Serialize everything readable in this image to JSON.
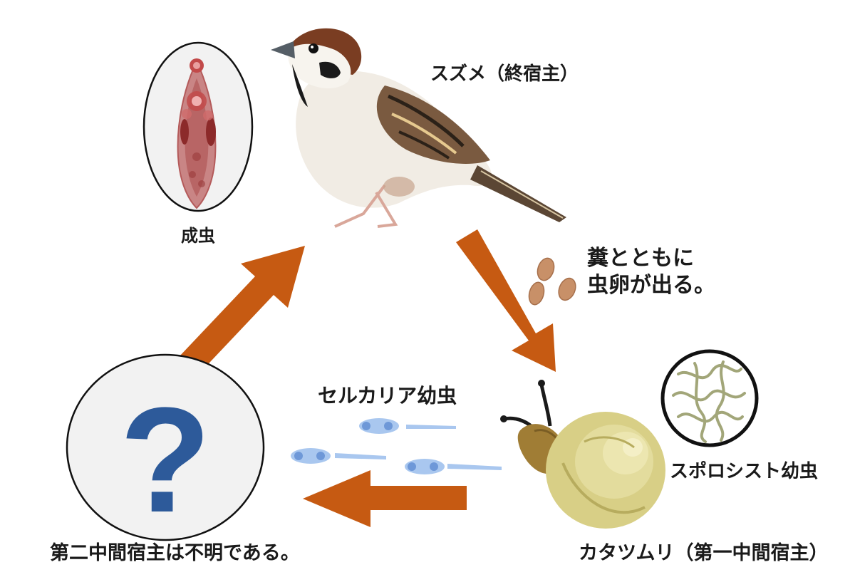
{
  "labels": {
    "sparrow": "スズメ（終宿主）",
    "adult": "成虫",
    "eggs_line1": "糞とともに",
    "eggs_line2": "虫卵が出る。",
    "cercaria": "セルカリア幼虫",
    "sporocyst": "スポロシスト幼虫",
    "second_host": "第二中間宿主は不明である。",
    "snail": "カタツムリ（第一中間宿主）",
    "question_mark": "?"
  },
  "colors": {
    "arrow": "#c65a12",
    "question": "#2d5a9a",
    "circle_fill": "#f2f2f2",
    "cercaria": "#8fb3e6",
    "egg": "#c89068",
    "snail_shell": "#d8cf86",
    "worm": "#b45a5a"
  }
}
